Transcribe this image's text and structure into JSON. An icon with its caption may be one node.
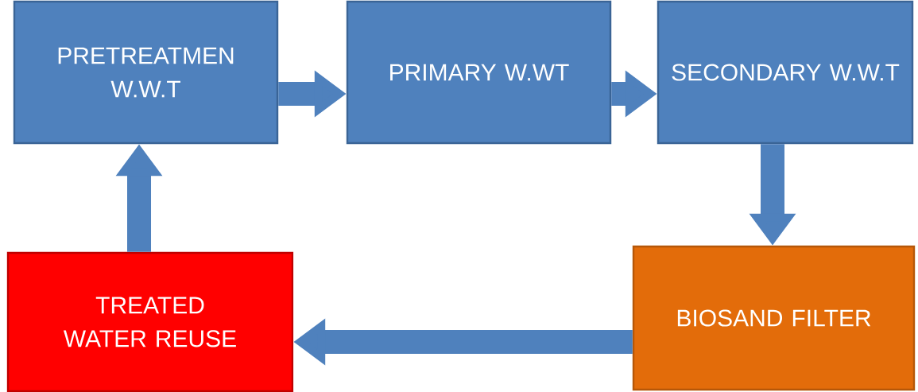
{
  "diagram": {
    "nodes": [
      {
        "text": [
          "PRETREATMEN W.W.T"
        ]
      },
      {
        "text": [
          "PRIMARY W.WT"
        ]
      },
      {
        "text": [
          "SECONDARY W.W.T"
        ]
      },
      {
        "text": [
          "BIOSAND FILTER"
        ]
      },
      {
        "text": [
          "TREATED WATER REUSE"
        ]
      }
    ],
    "edges": [
      {
        "from": 0,
        "to": 1,
        "arrow": "to"
      },
      {
        "from": 1,
        "to": 2,
        "arrow": "to"
      },
      {
        "from": 2,
        "to": 3,
        "arrow": "to"
      },
      {
        "from": 3,
        "to": 4,
        "arrow": "to"
      },
      {
        "from": 4,
        "to": 0,
        "arrow": "to"
      }
    ]
  }
}
